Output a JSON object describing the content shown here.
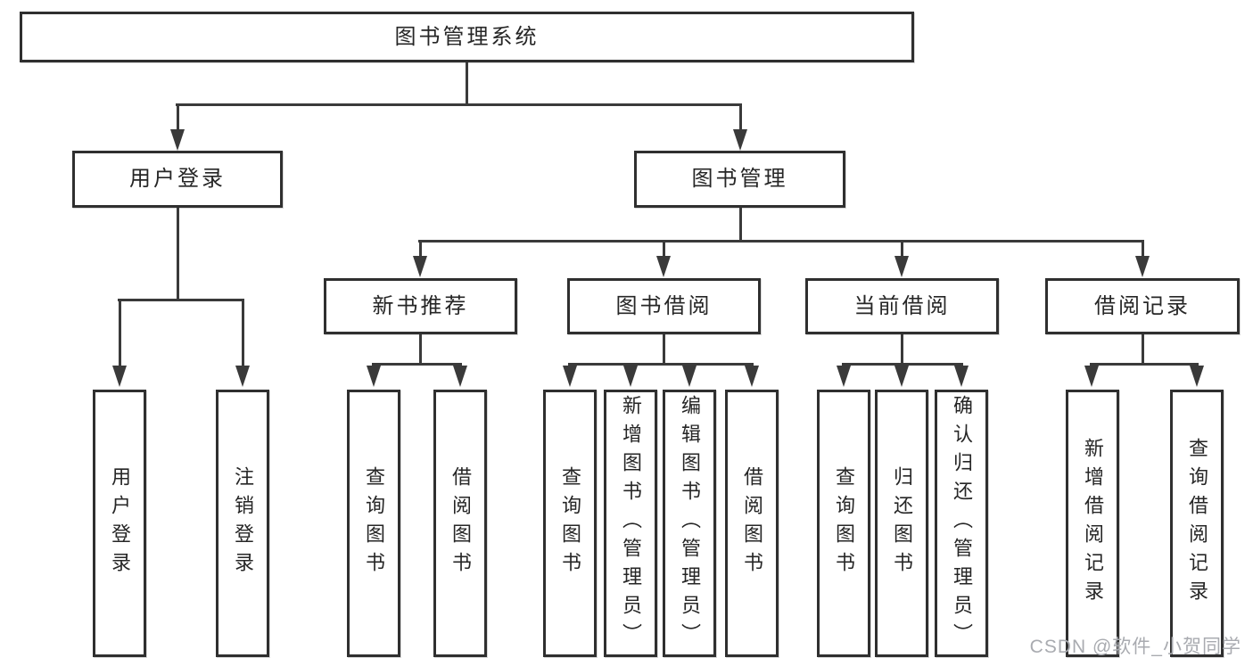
{
  "diagram": {
    "root": {
      "label": "图书管理系统"
    },
    "level2": [
      {
        "label": "用户登录"
      },
      {
        "label": "图书管理"
      }
    ],
    "level3": [
      {
        "label": "新书推荐"
      },
      {
        "label": "图书借阅"
      },
      {
        "label": "当前借阅"
      },
      {
        "label": "借阅记录"
      }
    ],
    "leaves": [
      {
        "label": "用户登录"
      },
      {
        "label": "注销登录"
      },
      {
        "label": "查询图书"
      },
      {
        "label": "借阅图书"
      },
      {
        "label": "查询图书"
      },
      {
        "label": "新增图书（管理员）"
      },
      {
        "label": "编辑图书（管理员）"
      },
      {
        "label": "借阅图书"
      },
      {
        "label": "查询图书"
      },
      {
        "label": "归还图书"
      },
      {
        "label": "确认归还（管理员）"
      },
      {
        "label": "新增借阅记录"
      },
      {
        "label": "查询借阅记录"
      }
    ]
  },
  "watermark": {
    "text": "CSDN @软件_小贺同学"
  },
  "colors": {
    "line": "#3a3a3a",
    "border": "#2f2f2f",
    "text": "#262626",
    "box_bg": "#ffffff",
    "page_bg": "#ffffff",
    "watermark": "#a9abb0"
  }
}
